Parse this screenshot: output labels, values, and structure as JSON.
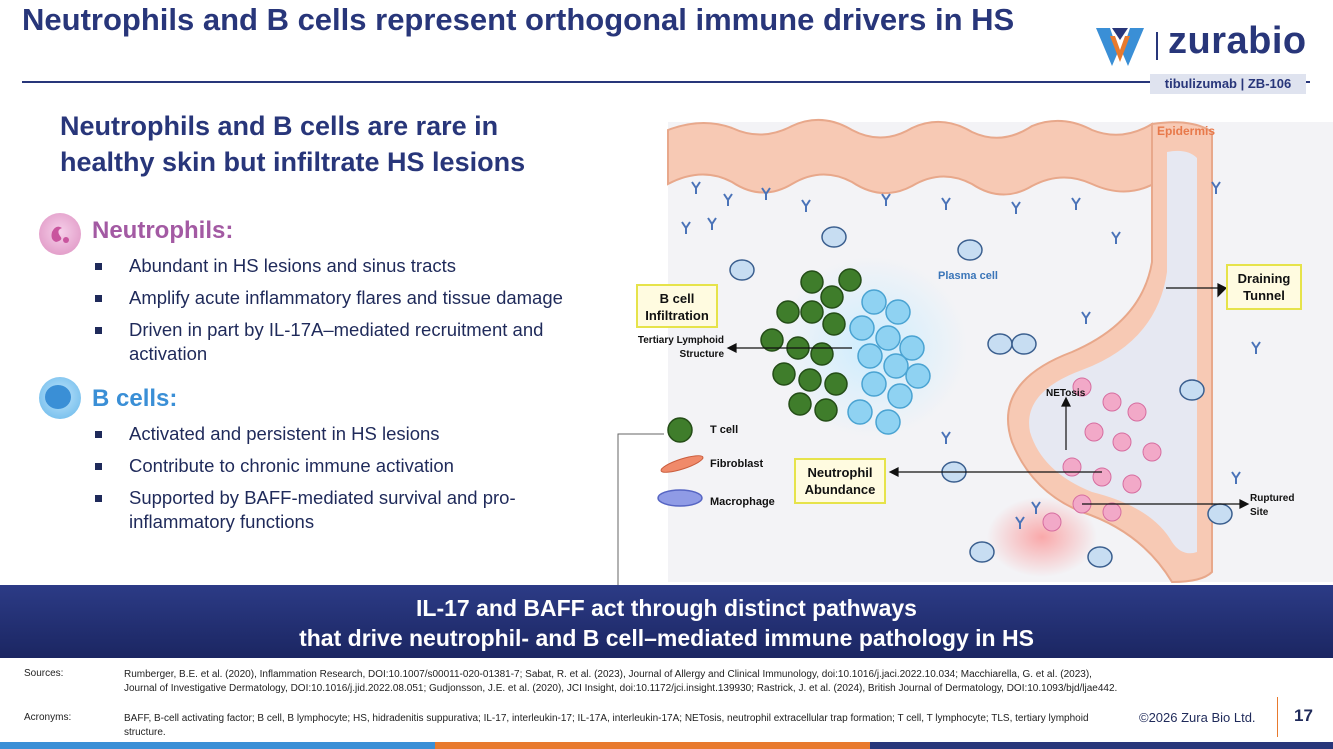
{
  "title": "Neutrophils and B cells represent orthogonal immune drivers in HS",
  "brand": {
    "name": "zurabio",
    "badge": "tibulizumab  |  ZB-106"
  },
  "subtitle": "Neutrophils and B cells are rare in healthy skin but infiltrate HS lesions",
  "neutrophils": {
    "label": "Neutrophils:",
    "bullets": [
      "Abundant in HS lesions and sinus tracts",
      "Amplify acute inflammatory flares and tissue damage",
      "Driven in part by IL-17A–mediated recruitment and activation"
    ]
  },
  "bcells": {
    "label": "B cells:",
    "bullets": [
      "Activated and persistent in HS lesions",
      "Contribute to chronic immune activation",
      "Supported by BAFF-mediated survival and pro-inflammatory functions"
    ]
  },
  "diagram": {
    "epidermis": "Epidermis",
    "plasma_cell": "Plasma cell",
    "b_cell_infiltration": "B cell Infiltration",
    "tls": "Tertiary Lymphoid Structure",
    "draining_tunnel": "Draining Tunnel",
    "netosis": "NETosis",
    "neutrophil_abundance": "Neutrophil Abundance",
    "ruptured_site": "Ruptured Site",
    "legend": {
      "t_cell": "T cell",
      "fibroblast": "Fibroblast",
      "macrophage": "Macrophage"
    }
  },
  "banner": {
    "line1": "IL-17 and BAFF act through distinct pathways",
    "line2": "that drive neutrophil- and B cell–mediated immune pathology in HS"
  },
  "footer": {
    "sources_label": "Sources:",
    "sources_text": "Rumberger, B.E. et al. (2020), Inflammation Research, DOI:10.1007/s00011-020-01381-7; Sabat, R. et al. (2023), Journal of Allergy and Clinical Immunology, doi:10.1016/j.jaci.2022.10.034; Macchiarella, G. et al. (2023), Journal of Investigative Dermatology, DOI:10.1016/j.jid.2022.08.051; Gudjonsson, J.E. et al. (2020), JCI Insight, doi:10.1172/jci.insight.139930; Rastrick, J. et al. (2024), British Journal of Dermatology, DOI:10.1093/bjd/ljae442.",
    "acronyms_label": "Acronyms:",
    "acronyms_text": "BAFF, B-cell activating factor; B cell, B lymphocyte; HS, hidradenitis suppurativa; IL-17, interleukin-17; IL-17A, interleukin-17A; NETosis, neutrophil extracellular trap formation; T cell, T lymphocyte; TLS, tertiary lymphoid structure.",
    "copyright": "©2026 Zura Bio Ltd.",
    "page_number": "17"
  },
  "colors": {
    "navy": "#28367a",
    "neutrophil_purple": "#a35aa3",
    "bcell_blue": "#3a8fd6",
    "orange": "#e87a2e",
    "highlight_box": "#e6e34a"
  }
}
